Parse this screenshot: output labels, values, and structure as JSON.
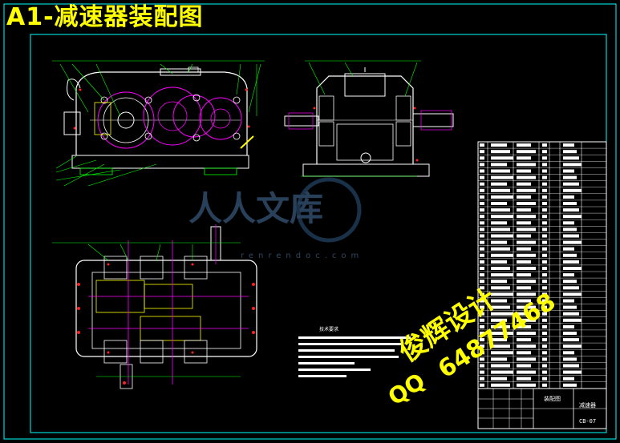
{
  "title": "A1-减速器装配图",
  "watermark": {
    "logo_text": "人人文库",
    "url_text": "renrendoc.com"
  },
  "stamp": {
    "line1": "俊辉设计",
    "line2": "64877468",
    "line3": "QQ"
  },
  "technical_requirements_title": "技术要求",
  "title_block": {
    "drawing_name": "装配图",
    "part_name": "减速器",
    "drawing_code": "CB-07"
  },
  "colors": {
    "background": "#000000",
    "frame": "#00ffff",
    "title": "#ffff00",
    "gear_lines": "#ff00ff",
    "leader_lines": "#00ff00",
    "part_markers": "#ff2020",
    "outline": "#ffffff"
  }
}
